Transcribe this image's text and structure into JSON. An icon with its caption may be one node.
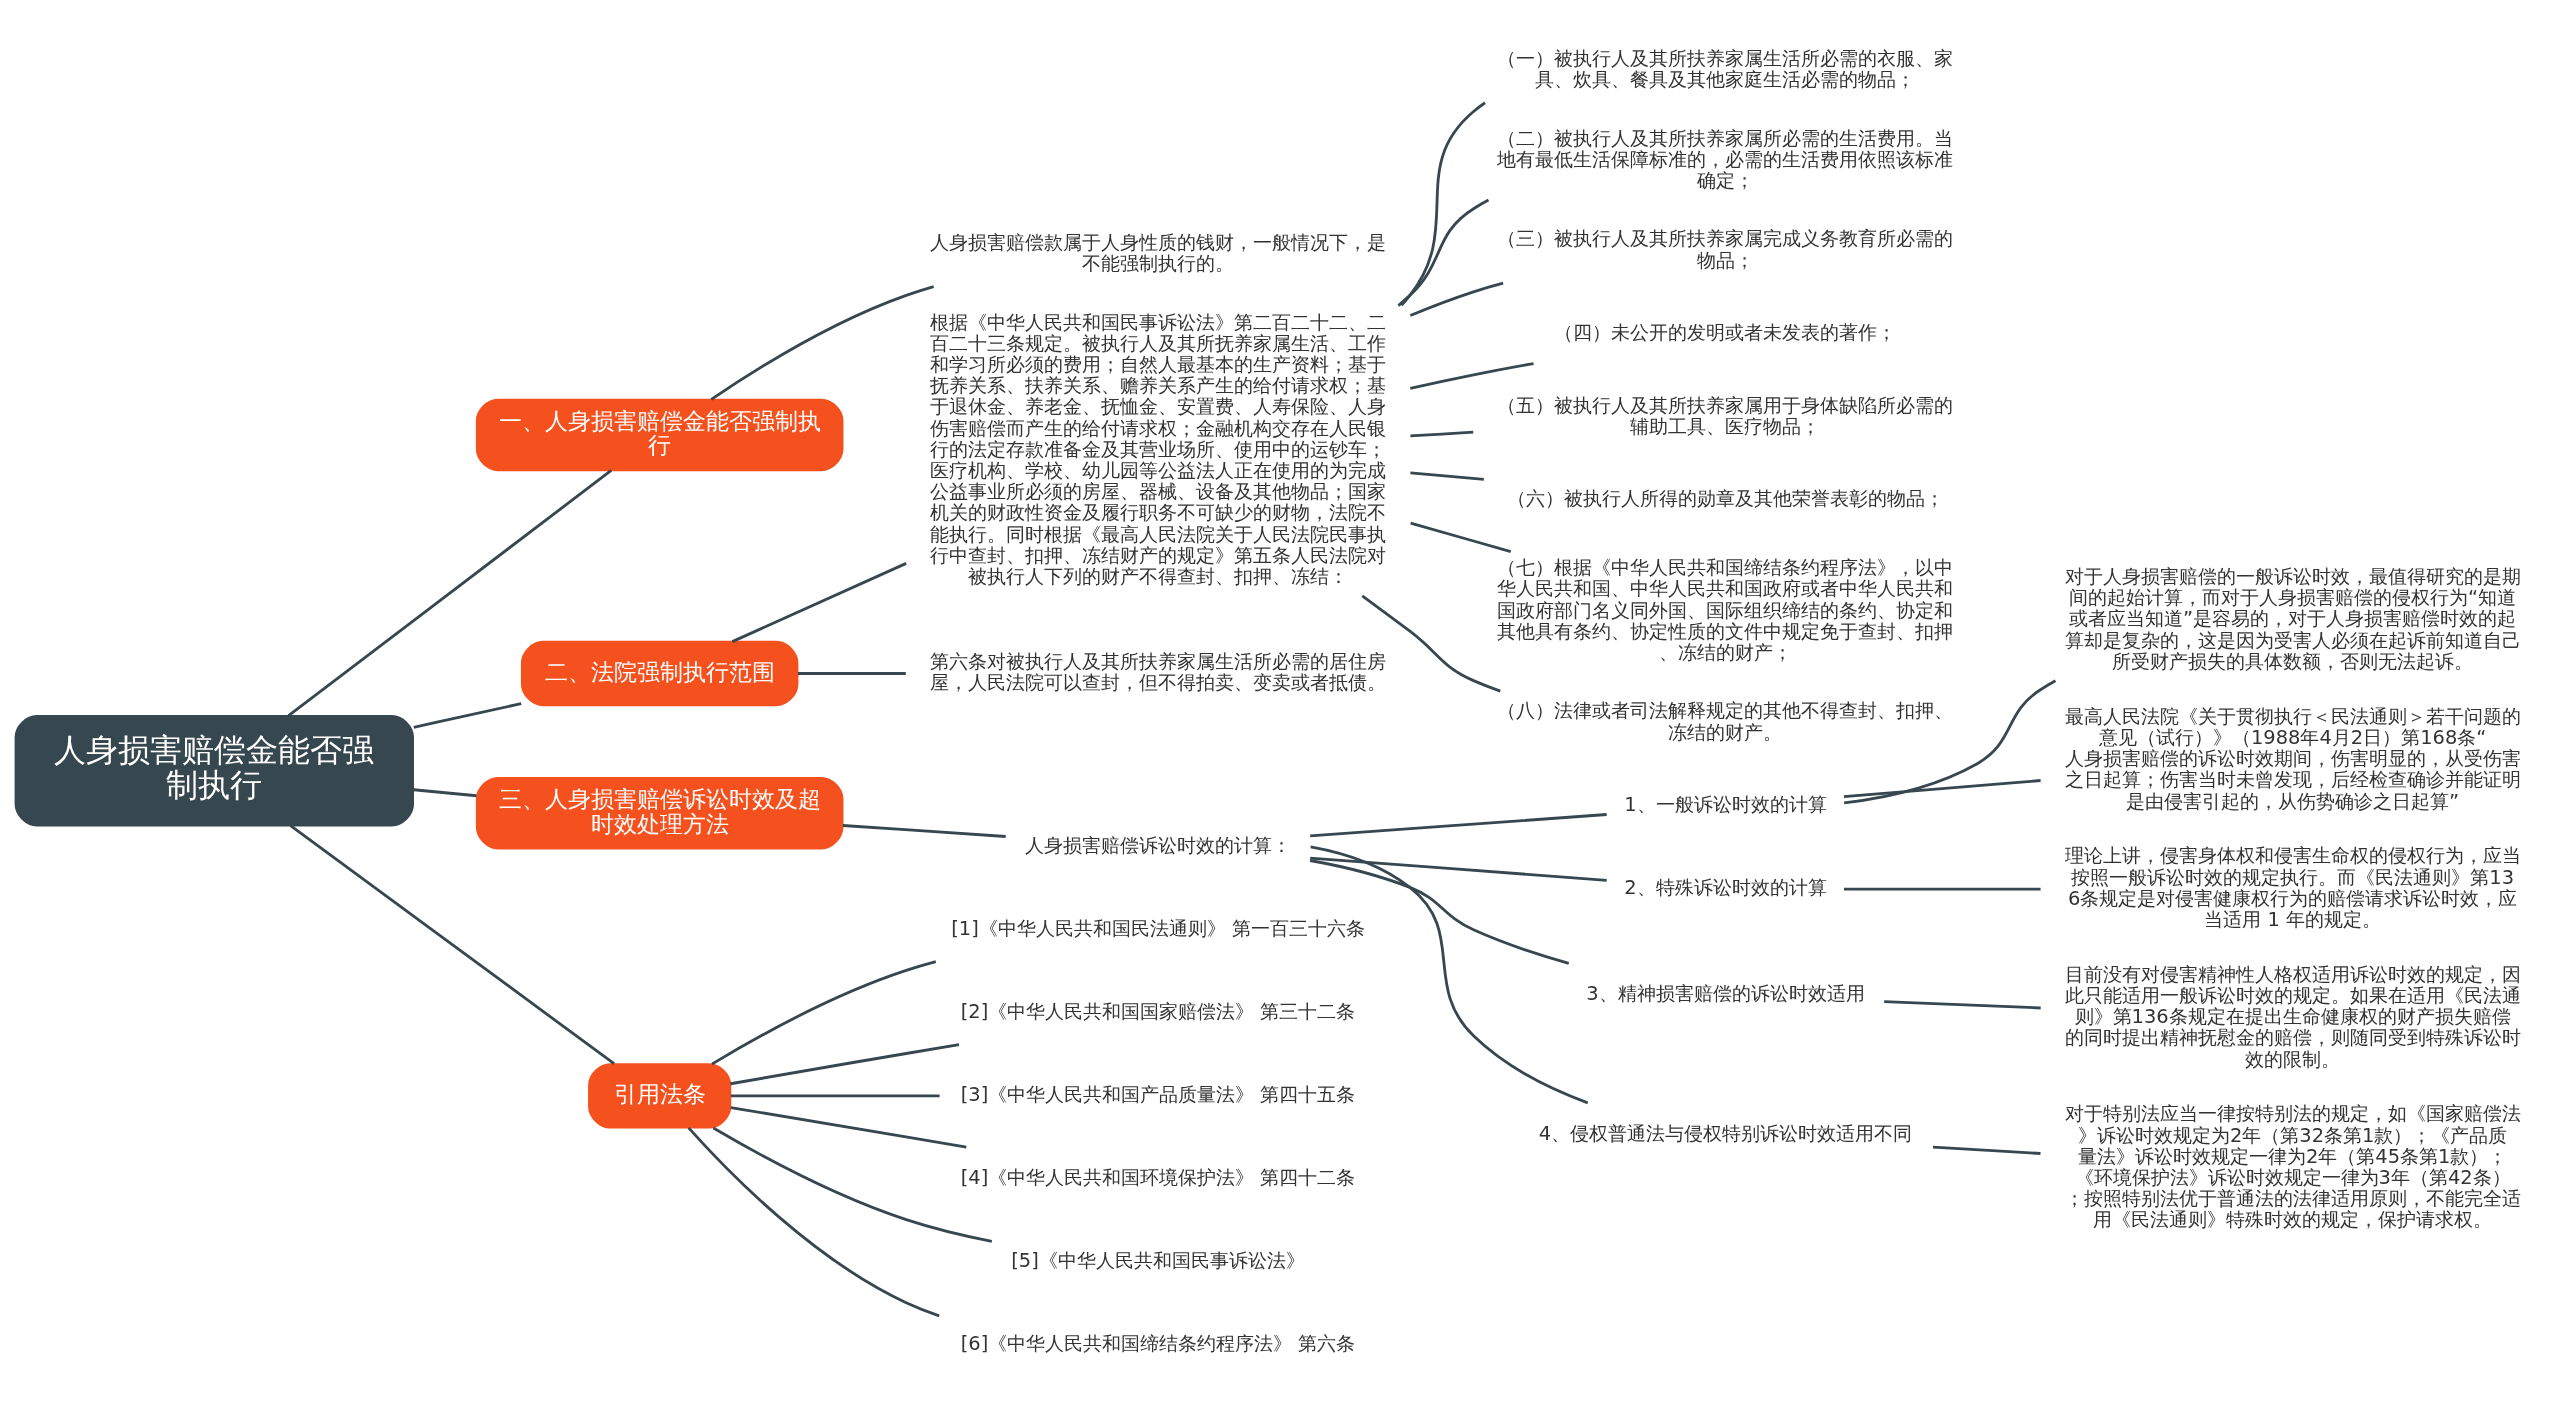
{
  "diagram": {
    "nodes": [
      {
        "text": [
          "人身损害赔偿金能否强制执行"
        ]
      },
      {
        "text": [
          "一、人身损害赔偿金能否强制执行"
        ]
      },
      {
        "text": [
          "人身损害赔偿款属于人身性质的钱财，一般情况下，是不能强制执行的。"
        ]
      },
      {
        "text": [
          "二、法院强制执行范围"
        ]
      },
      {
        "text": [
          "根据《中华人民共和国民事诉讼法》第二百二十二、二百二十三条规定。被执行人及其所抚养家属生活、工作和学习所必须的费用；自然人最基本的生产资料；基于抚养关系、扶养关系、赡养关系产生的给付请求权；基于退休金、养老金、抚恤金、安置费、人寿保险、人身伤害赔偿而产生的给付请求权；金融机构交存在人民银行的法定存款准备金及其营业场所、使用中的运钞车；医疗机构、学校、幼儿园等公益法人正在使用的为完成公益事业所必须的房屋、器械、设备及其他物品；国家机关的财政性资金及履行职务不可缺少的财物，法院不能执行。同时根据《最高人民法院关于人民法院民事执行中查封、扣押、冻结财产的规定》第五条人民法院对被执行人下列的财产不得查封、扣押、冻结："
        ]
      },
      {
        "text": [
          "（一）被执行人及其所扶养家属生活所必需的衣服、家具、炊具、餐具及其他家庭生活必需的物品；"
        ]
      },
      {
        "text": [
          "（二）被执行人及其所扶养家属所必需的生活费用。当地有最低生活保障标准的，必需的生活费用依照该标准确定；"
        ]
      },
      {
        "text": [
          "（三）被执行人及其所扶养家属完成义务教育所必需的物品；"
        ]
      },
      {
        "text": [
          "（四）未公开的发明或者未发表的著作；"
        ]
      },
      {
        "text": [
          "（五）被执行人及其所扶养家属用于身体缺陷所必需的辅助工具、医疗物品；"
        ]
      },
      {
        "text": [
          "（六）被执行人所得的勋章及其他荣誉表彰的物品；"
        ]
      },
      {
        "text": [
          "（七）根据《中华人民共和国缔结条约程序法》，以中华人民共和国、中华人民共和国政府或者中华人民共和国政府部门名义同外国、国际组织缔结的条约、协定和其他具有条约、协定性质的文件中规定免于查封、扣押、冻结的财产；"
        ]
      },
      {
        "text": [
          "（八）法律或者司法解释规定的其他不得查封、扣押、冻结的财产。"
        ]
      },
      {
        "text": [
          "第六条对被执行人及其所扶养家属生活所必需的居住房屋，人民法院可以查封，但不得拍卖、变卖或者抵债。"
        ]
      },
      {
        "text": [
          "三、人身损害赔偿诉讼时效及超时效处理方法"
        ]
      },
      {
        "text": [
          "人身损害赔偿诉讼时效的计算："
        ]
      },
      {
        "text": [
          "1、一般诉讼时效的计算"
        ]
      },
      {
        "text": [
          "对于人身损害赔偿的一般诉讼时效，最值得研究的是期间的起始计算，而对于人身损害赔偿的侵权行为“知道或者应当知道”是容易的，对于人身损害赔偿时效的起算却是复杂的，这是因为受害人必须在起诉前知道自己所受财产损失的具体数额，否则无法起诉。"
        ]
      },
      {
        "text": [
          "最高人民法院《关于贯彻执行＜民法通则＞若干问题的意见（试行）》（1988年4月2日）第168条“人身损害赔偿的诉讼时效期间，伤害明显的，从受伤害之日起算；伤害当时未曾发现，后经检查确诊并能证明是由侵害引起的，从伤势确诊之日起算”"
        ]
      },
      {
        "text": [
          "2、特殊诉讼时效的计算"
        ]
      },
      {
        "text": [
          "理论上讲，侵害身体权和侵害生命权的侵权行为，应当按照一般诉讼时效的规定执行。而《民法通则》第136条规定是对侵害健康权行为的赔偿请求诉讼时效，应当适用 1 年的规定。"
        ]
      },
      {
        "text": [
          "3、精神损害赔偿的诉讼时效适用"
        ]
      },
      {
        "text": [
          "目前没有对侵害精神性人格权适用诉讼时效的规定，因此只能适用一般诉讼时效的规定。如果在适用《民法通则》第136条规定在提出生命健康权的财产损失赔偿的同时提出精神抚慰金的赔偿，则随同受到特殊诉讼时效的限制。"
        ]
      },
      {
        "text": [
          "4、侵权普通法与侵权特别诉讼时效适用不同"
        ]
      },
      {
        "text": [
          "对于特别法应当一律按特别法的规定，如《国家赔偿法》诉讼时效规定为2年（第32条第1款）；《产品质量法》诉讼时效规定一律为2年（第45条第1款）；《环境保护法》诉讼时效规定一律为3年（第42条）；按照特别法优于普通法的法律适用原则，不能完全适用《民法通则》特殊时效的规定，保护请求权。"
        ]
      },
      {
        "text": [
          "引用法条"
        ]
      },
      {
        "text": [
          "[1]《中华人民共和国民法通则》 第一百三十六条"
        ]
      },
      {
        "text": [
          "[2]《中华人民共和国国家赔偿法》 第三十二条"
        ]
      },
      {
        "text": [
          "[3]《中华人民共和国产品质量法》 第四十五条"
        ]
      },
      {
        "text": [
          "[4]《中华人民共和国环境保护法》 第四十二条"
        ]
      },
      {
        "text": [
          "[5]《中华人民共和国民事诉讼法》"
        ]
      },
      {
        "text": [
          "[6]《中华人民共和国缔结条约程序法》 第六条"
        ]
      }
    ],
    "edges": [
      {
        "from": 0,
        "to": 1,
        "arrow": "none"
      },
      {
        "from": 1,
        "to": 2,
        "arrow": "none"
      },
      {
        "from": 0,
        "to": 3,
        "arrow": "none"
      },
      {
        "from": 3,
        "to": 4,
        "arrow": "none"
      },
      {
        "from": 4,
        "to": 5,
        "arrow": "none"
      },
      {
        "from": 4,
        "to": 6,
        "arrow": "none"
      },
      {
        "from": 4,
        "to": 7,
        "arrow": "none"
      },
      {
        "from": 4,
        "to": 8,
        "arrow": "none"
      },
      {
        "from": 4,
        "to": 9,
        "arrow": "none"
      },
      {
        "from": 4,
        "to": 10,
        "arrow": "none"
      },
      {
        "from": 4,
        "to": 11,
        "arrow": "none"
      },
      {
        "from": 4,
        "to": 12,
        "arrow": "none"
      },
      {
        "from": 3,
        "to": 13,
        "arrow": "none"
      },
      {
        "from": 0,
        "to": 14,
        "arrow": "none"
      },
      {
        "from": 14,
        "to": 15,
        "arrow": "none"
      },
      {
        "from": 15,
        "to": 16,
        "arrow": "none"
      },
      {
        "from": 16,
        "to": 17,
        "arrow": "none"
      },
      {
        "from": 16,
        "to": 18,
        "arrow": "none"
      },
      {
        "from": 15,
        "to": 19,
        "arrow": "none"
      },
      {
        "from": 19,
        "to": 20,
        "arrow": "none"
      },
      {
        "from": 15,
        "to": 21,
        "arrow": "none"
      },
      {
        "from": 21,
        "to": 22,
        "arrow": "none"
      },
      {
        "from": 15,
        "to": 23,
        "arrow": "none"
      },
      {
        "from": 23,
        "to": 24,
        "arrow": "none"
      },
      {
        "from": 0,
        "to": 25,
        "arrow": "none"
      },
      {
        "from": 25,
        "to": 26,
        "arrow": "none"
      },
      {
        "from": 25,
        "to": 27,
        "arrow": "none"
      },
      {
        "from": 25,
        "to": 28,
        "arrow": "none"
      },
      {
        "from": 25,
        "to": 29,
        "arrow": "none"
      },
      {
        "from": 25,
        "to": 30,
        "arrow": "none"
      },
      {
        "from": 25,
        "to": 31,
        "arrow": "none"
      }
    ]
  }
}
